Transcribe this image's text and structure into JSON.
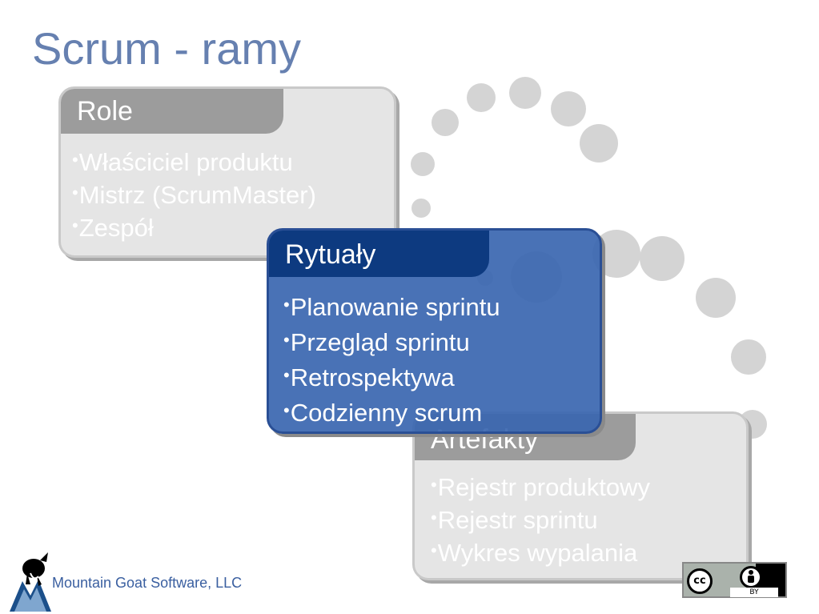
{
  "slide": {
    "title": "Scrum - ramy"
  },
  "roles": {
    "header": "Role",
    "items": [
      "Właściciel produktu",
      "Mistrz (ScrumMaster)",
      "Zespół"
    ]
  },
  "rituals": {
    "header": "Rytuały",
    "items": [
      "Planowanie sprintu",
      "Przegląd sprintu",
      "Retrospektywa",
      "Codzienny scrum"
    ]
  },
  "artifacts": {
    "header": "Artefakty",
    "items": [
      "Rejestr produktowy",
      "Rejestr sprintu",
      "Wykres wypalania"
    ]
  },
  "footer": {
    "company": "Mountain Goat Software, LLC",
    "logo_icon": "mountain-goat-logo-icon"
  },
  "license": {
    "cc_text": "cc",
    "by_text": "BY",
    "icon": "creative-commons-by-icon"
  },
  "colors": {
    "title": "#6680b0",
    "highlight_box": "#3a66b0",
    "highlight_header": "#0d3a80",
    "dim_box": "#e5e5e5",
    "dim_header": "#9c9c9c",
    "dots": "#d4d4d4"
  }
}
